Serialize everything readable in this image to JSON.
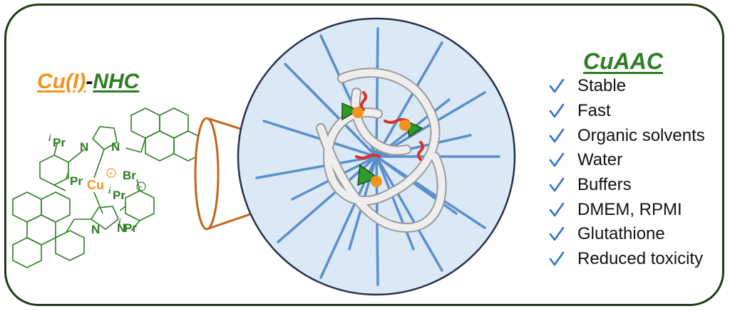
{
  "left_panel": {
    "title_cu": "Cu(I)",
    "title_dash": "-",
    "title_nhc": "NHC",
    "labels": {
      "ipr": "Pr",
      "ipr_prefix": "i",
      "n": "N",
      "cu": "Cu",
      "br": "Br",
      "plus": "+",
      "minus": "−"
    }
  },
  "right_panel": {
    "title": "CuAAC",
    "features": [
      "Stable",
      "Fast",
      "Organic solvents",
      "Water",
      "Buffers",
      "DMEM, RPMI",
      "Glutathione",
      "Reduced toxicity"
    ]
  },
  "colors": {
    "frame": "#1f3a18",
    "green": "#2e7d24",
    "orange": "#f0941e",
    "cone": "#c0651c",
    "sphere_fill": "#dbe8f6",
    "polymer_blue": "#5b8fc9",
    "polymer_white": "#eeeeee",
    "linker_red": "#d9302b",
    "check_blue": "#2f6fd1"
  }
}
